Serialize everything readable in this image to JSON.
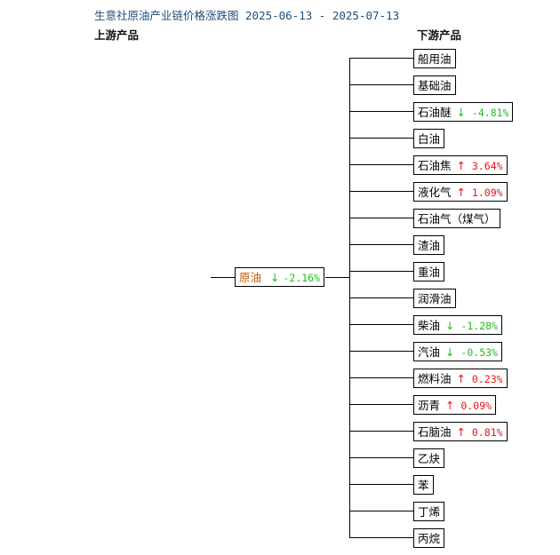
{
  "title": "生意社原油产业链价格涨跌图 2025-06-13 - 2025-07-13",
  "upstream_header": "上游产品",
  "downstream_header": "下游产品",
  "root": {
    "name": "原油",
    "direction": "down",
    "change": "-2.16%"
  },
  "products": [
    {
      "name": "船用油",
      "direction": "",
      "change": ""
    },
    {
      "name": "基础油",
      "direction": "",
      "change": ""
    },
    {
      "name": "石油醚",
      "direction": "down",
      "change": "-4.81%"
    },
    {
      "name": "白油",
      "direction": "",
      "change": ""
    },
    {
      "name": "石油焦",
      "direction": "up",
      "change": "3.64%"
    },
    {
      "name": "液化气",
      "direction": "up",
      "change": "1.09%"
    },
    {
      "name": "石油气（煤气）",
      "direction": "",
      "change": ""
    },
    {
      "name": "渣油",
      "direction": "",
      "change": ""
    },
    {
      "name": "重油",
      "direction": "",
      "change": ""
    },
    {
      "name": "润滑油",
      "direction": "",
      "change": ""
    },
    {
      "name": "柴油",
      "direction": "down",
      "change": "-1.28%"
    },
    {
      "name": "汽油",
      "direction": "down",
      "change": "-0.53%"
    },
    {
      "name": "燃料油",
      "direction": "up",
      "change": "0.23%"
    },
    {
      "name": "沥青",
      "direction": "up",
      "change": "0.09%"
    },
    {
      "name": "石脑油",
      "direction": "up",
      "change": "0.81%"
    },
    {
      "name": "乙炔",
      "direction": "",
      "change": ""
    },
    {
      "name": "苯",
      "direction": "",
      "change": ""
    },
    {
      "name": "丁烯",
      "direction": "",
      "change": ""
    },
    {
      "name": "丙烷",
      "direction": "",
      "change": ""
    }
  ],
  "colors": {
    "up": "#e8141a",
    "down": "#1fbf1f",
    "root_name": "#c85a00",
    "title": "#1f4e79"
  },
  "icons": {
    "up": "arrow-up-icon",
    "down": "arrow-down-icon"
  }
}
